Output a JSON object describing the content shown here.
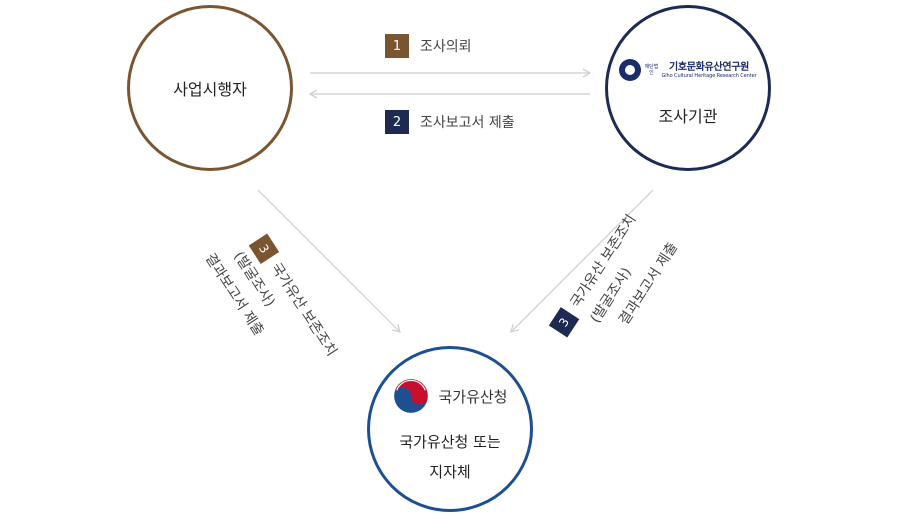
{
  "nodes": {
    "a": {
      "label": "사업시행자"
    },
    "b": {
      "label": "조사기관",
      "logo_small": "재단법인",
      "logo_name": "기호문화유산연구원",
      "logo_eng": "Giho Cultural Heritage Research Center"
    },
    "c": {
      "logo_name": "국가유산청",
      "line1": "국가유산청 또는",
      "line2": "지자체"
    }
  },
  "steps": {
    "s1": {
      "num": "1",
      "label": "조사의뢰"
    },
    "s2": {
      "num": "2",
      "label": "조사보고서 제출"
    },
    "s3_left": {
      "num": "3",
      "line1": "국가유산 보존조치",
      "line2": "(발굴조사)",
      "line3": "결과보고서 제출"
    },
    "s3_right": {
      "num": "3",
      "line1": "국가유산 보존조치",
      "line2": "(발굴조사)",
      "line3": "결과보고서 제출"
    }
  },
  "colors": {
    "brown": "#7a5630",
    "navy": "#1d2a52",
    "blue": "#1d4f91",
    "arrow": "#d0d0d0"
  }
}
